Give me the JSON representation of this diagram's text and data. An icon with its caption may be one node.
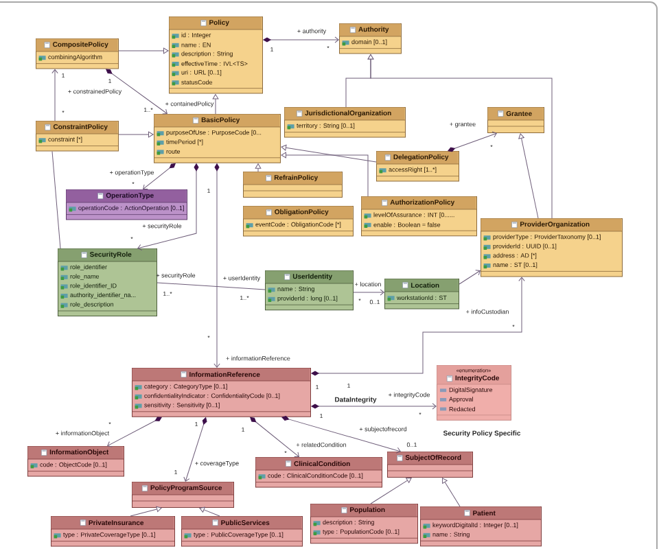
{
  "diagram": {
    "nodes": [
      {
        "text": [
          "Policy",
          "id : Integer",
          "name : EN",
          "description : String",
          "effectiveTime : IVL<TS>",
          "uri : URL [0..1]",
          "statusCode"
        ]
      },
      {
        "text": [
          "Authority",
          "domain [0..1]"
        ]
      },
      {
        "text": [
          "CompositePolicy",
          "combiningAlgorithm"
        ]
      },
      {
        "text": [
          "ConstraintPolicy",
          "constraint [*]"
        ]
      },
      {
        "text": [
          "BasicPolicy",
          "purposeOfUse : PurposeCode [0...",
          "timePeriod [*]",
          "route"
        ]
      },
      {
        "text": [
          "JurisdictionalOrganization",
          "territory : String [0..1]"
        ]
      },
      {
        "text": [
          "Grantee"
        ]
      },
      {
        "text": [
          "RefrainPolicy"
        ]
      },
      {
        "text": [
          "DelegationPolicy",
          "accessRight [1..*]"
        ]
      },
      {
        "text": [
          "OperationType",
          "operationCode : ActionOperation [0..1]"
        ]
      },
      {
        "text": [
          "ObligationPolicy",
          "eventCode : ObligationCode [*]"
        ]
      },
      {
        "text": [
          "AuthorizationPolicy",
          "levelOfAssurance : INT [0......",
          "enable : Boolean = false"
        ]
      },
      {
        "text": [
          "ProviderOrganization",
          "providerType : ProviderTaxonomy [0..1]",
          "providerId : UUID [0..1]",
          "address : AD [*]",
          "name : ST [0..1]"
        ]
      },
      {
        "text": [
          "SecurityRole",
          "role_identifier",
          "role_name",
          "role_identifier_ID",
          "authority_identifier_na...",
          "role_description"
        ]
      },
      {
        "text": [
          "UserIdentity",
          "name : String",
          "providerId : long [0..1]"
        ]
      },
      {
        "text": [
          "Location",
          "workstationId : ST"
        ]
      },
      {
        "text": [
          "InformationReference",
          "category : CategoryType [0..1]",
          "confidentialityIndicator : ConfidentialityCode [0..1]",
          "sensitivity : Sensitivity [0..1]"
        ]
      },
      {
        "text": [
          "«enumeration»",
          "IntegrityCode",
          "DigitalSignature",
          "Approval",
          "Redacted"
        ]
      },
      {
        "text": [
          "InformationObject",
          "code : ObjectCode [0..1]"
        ]
      },
      {
        "text": [
          "ClinicalCondition",
          "code : ClinicalConditionCode [0..1]"
        ]
      },
      {
        "text": [
          "SubjectOfRecord"
        ]
      },
      {
        "text": [
          "PolicyProgramSource"
        ]
      },
      {
        "text": [
          "Population",
          "description : String",
          "type : PopulationCode [0..1]"
        ]
      },
      {
        "text": [
          "Patient",
          "keywordDigitalId : Integer [0..1]",
          "name : String"
        ]
      },
      {
        "text": [
          "PrivateInsurance",
          "type : PrivateCoverageType [0..1]"
        ]
      },
      {
        "text": [
          "PublicServices",
          "type : PublicCoverageType [0..1]"
        ]
      }
    ],
    "edges": [
      {
        "from": 0,
        "to": 1,
        "arrow": "to"
      },
      {
        "from": 2,
        "to": 0,
        "arrow": "to"
      },
      {
        "from": 3,
        "to": 2,
        "arrow": "to"
      },
      {
        "from": 2,
        "to": 4,
        "arrow": "to"
      },
      {
        "from": 3,
        "to": 4,
        "arrow": "to"
      },
      {
        "from": 4,
        "to": 0,
        "arrow": "to"
      },
      {
        "from": 5,
        "to": 1,
        "arrow": "to"
      },
      {
        "from": 12,
        "to": 1,
        "arrow": "to"
      },
      {
        "from": 12,
        "to": 6,
        "arrow": "to"
      },
      {
        "from": 8,
        "to": 6,
        "arrow": "to"
      },
      {
        "from": 7,
        "to": 4,
        "arrow": "to"
      },
      {
        "from": 8,
        "to": 4,
        "arrow": "to"
      },
      {
        "from": 11,
        "to": 4,
        "arrow": "to"
      },
      {
        "from": 4,
        "to": 9,
        "arrow": "to"
      },
      {
        "from": 4,
        "to": 13,
        "arrow": "to"
      },
      {
        "from": 4,
        "to": 16,
        "arrow": "to"
      },
      {
        "from": 3,
        "to": 13,
        "arrow": "none"
      },
      {
        "from": 13,
        "to": 14,
        "arrow": "none"
      },
      {
        "from": 14,
        "to": 15,
        "arrow": "to"
      },
      {
        "from": 15,
        "to": 12,
        "arrow": "to"
      },
      {
        "from": 16,
        "to": 12,
        "arrow": "to"
      },
      {
        "from": 16,
        "to": 17,
        "arrow": "to",
        "label": "DataIntegrity"
      },
      {
        "from": 16,
        "to": 18,
        "arrow": "to"
      },
      {
        "from": 16,
        "to": 21,
        "arrow": "to"
      },
      {
        "from": 16,
        "to": 19,
        "arrow": "to"
      },
      {
        "from": 16,
        "to": 20,
        "arrow": "to"
      },
      {
        "from": 24,
        "to": 21,
        "arrow": "to"
      },
      {
        "from": 25,
        "to": 21,
        "arrow": "to"
      },
      {
        "from": 22,
        "to": 20,
        "arrow": "to"
      },
      {
        "from": 23,
        "to": 20,
        "arrow": "to"
      }
    ],
    "labels": [
      "+ authority",
      "1",
      "*",
      "1",
      "1",
      "+ constrainedPolicy",
      "*",
      "+ containedPolicy",
      "1..*",
      "+ operationType",
      "*",
      "1",
      "+ grantee",
      "*",
      "+ securityRole",
      "*",
      "+ securityRole",
      "1..*",
      "+ userIdentity",
      "1..*",
      "+ location",
      "*",
      "0..1",
      "+ infoCustodian",
      "*",
      "*",
      "+ informationReference",
      "1",
      "1",
      "+ integrityCode",
      "1",
      "*",
      "1",
      "*",
      "1",
      "+ informationObject",
      "+ subjectofrecord",
      "Security Policy Specific",
      "+ relatedCondition",
      "0..1",
      "*",
      "+ coverageType",
      "1"
    ]
  }
}
